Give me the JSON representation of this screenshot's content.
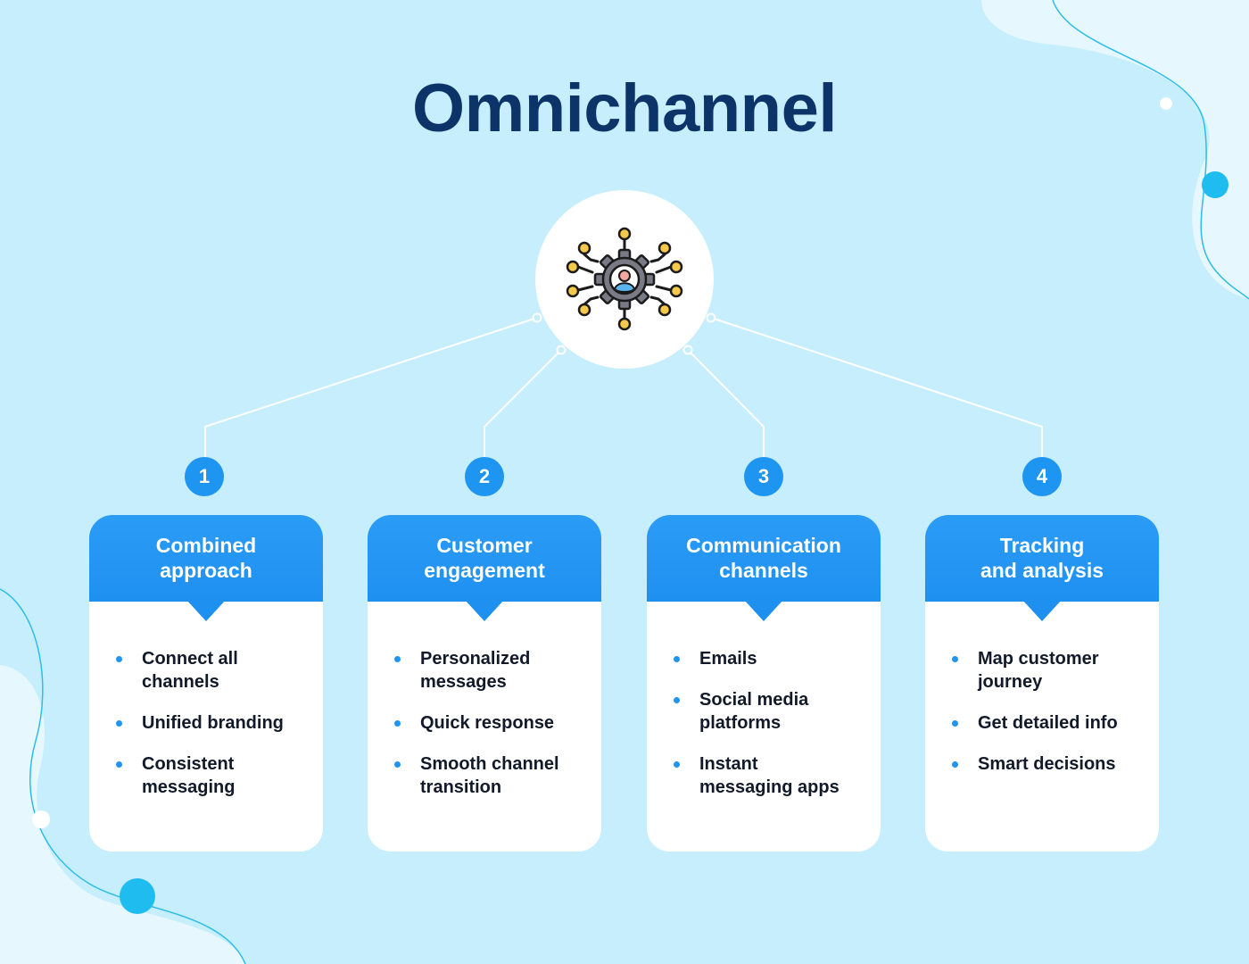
{
  "title": "Omnichannel",
  "hub": {
    "icon": "gear-network-user-icon"
  },
  "colors": {
    "background": "#c6eefc",
    "title": "#0d3468",
    "accent": "#1e95f0",
    "card": "#ffffff"
  },
  "steps": [
    {
      "number": "1",
      "title": [
        "Combined",
        "approach"
      ],
      "items": [
        [
          "Connect all",
          "channels"
        ],
        [
          "Unified branding"
        ],
        [
          "Consistent",
          "messaging"
        ]
      ]
    },
    {
      "number": "2",
      "title": [
        "Customer",
        "engagement"
      ],
      "items": [
        [
          "Personalized",
          "messages"
        ],
        [
          "Quick response"
        ],
        [
          "Smooth channel",
          "transition"
        ]
      ]
    },
    {
      "number": "3",
      "title": [
        "Communication",
        "channels"
      ],
      "items": [
        [
          "Emails"
        ],
        [
          "Social media",
          "platforms"
        ],
        [
          "Instant",
          "messaging apps"
        ]
      ]
    },
    {
      "number": "4",
      "title": [
        "Tracking",
        "and analysis"
      ],
      "items": [
        [
          "Map customer",
          "journey"
        ],
        [
          "Get detailed info"
        ],
        [
          "Smart decisions"
        ]
      ]
    }
  ]
}
